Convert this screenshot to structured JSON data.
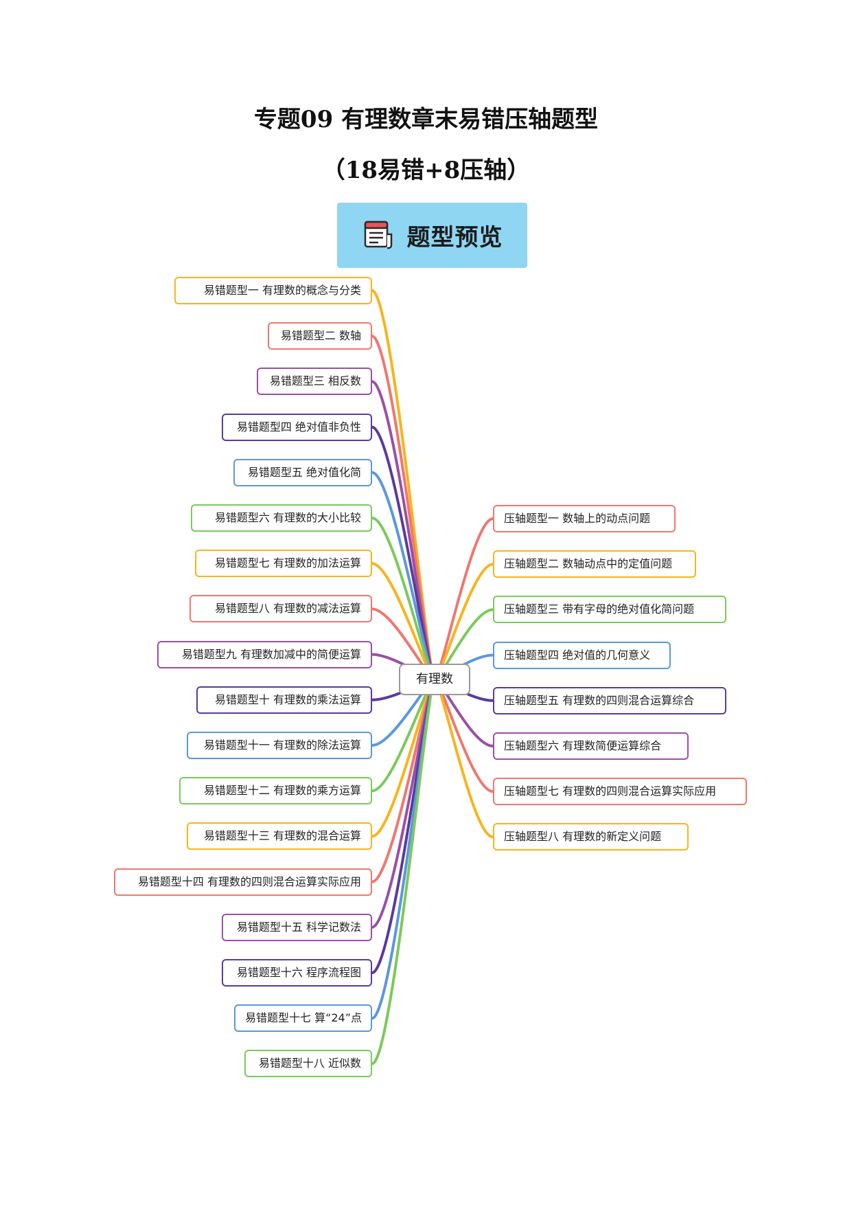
{
  "header": {
    "title": "专题09 有理数章末易错压轴题型",
    "subtitle": "（18易错+8压轴）"
  },
  "banner": {
    "label": "题型预览",
    "icon": "document-icon"
  },
  "mindmap": {
    "center": "有理数",
    "left": [
      {
        "label": "易错题型一 有理数的概念与分类",
        "color": "#f9b31c"
      },
      {
        "label": "易错题型二 数轴",
        "color": "#f0776d"
      },
      {
        "label": "易错题型三 相反数",
        "color": "#9b4fa5"
      },
      {
        "label": "易错题型四 绝对值非负性",
        "color": "#5b3a9c"
      },
      {
        "label": "易错题型五 绝对值化简",
        "color": "#5b97de"
      },
      {
        "label": "易错题型六 有理数的大小比较",
        "color": "#7cc95b"
      },
      {
        "label": "易错题型七 有理数的加法运算",
        "color": "#f9b31c"
      },
      {
        "label": "易错题型八 有理数的减法运算",
        "color": "#f0776d"
      },
      {
        "label": "易错题型九 有理数加减中的简便运算",
        "color": "#9b4fa5"
      },
      {
        "label": "易错题型十 有理数的乘法运算",
        "color": "#5b3a9c"
      },
      {
        "label": "易错题型十一 有理数的除法运算",
        "color": "#5b97de"
      },
      {
        "label": "易错题型十二 有理数的乘方运算",
        "color": "#7cc95b"
      },
      {
        "label": "易错题型十三 有理数的混合运算",
        "color": "#f9b31c"
      },
      {
        "label": "易错题型十四 有理数的四则混合运算实际应用",
        "color": "#f0776d"
      },
      {
        "label": "易错题型十五 科学记数法",
        "color": "#9b4fa5"
      },
      {
        "label": "易错题型十六 程序流程图",
        "color": "#5b3a9c"
      },
      {
        "label": "易错题型十七 算“24”点",
        "color": "#5b97de"
      },
      {
        "label": "易错题型十八 近似数",
        "color": "#7cc95b"
      }
    ],
    "right": [
      {
        "label": "压轴题型一 数轴上的动点问题",
        "color": "#f0776d"
      },
      {
        "label": "压轴题型二 数轴动点中的定值问题",
        "color": "#f9b31c"
      },
      {
        "label": "压轴题型三 带有字母的绝对值化简问题",
        "color": "#7cc95b"
      },
      {
        "label": "压轴题型四 绝对值的几何意义",
        "color": "#5b97de"
      },
      {
        "label": "压轴题型五 有理数的四则混合运算综合",
        "color": "#5b3a9c"
      },
      {
        "label": "压轴题型六 有理数简便运算综合",
        "color": "#9b4fa5"
      },
      {
        "label": "压轴题型七 有理数的四则混合运算实际应用",
        "color": "#f0776d"
      },
      {
        "label": "压轴题型八 有理数的新定义问题",
        "color": "#f9b31c"
      }
    ]
  }
}
